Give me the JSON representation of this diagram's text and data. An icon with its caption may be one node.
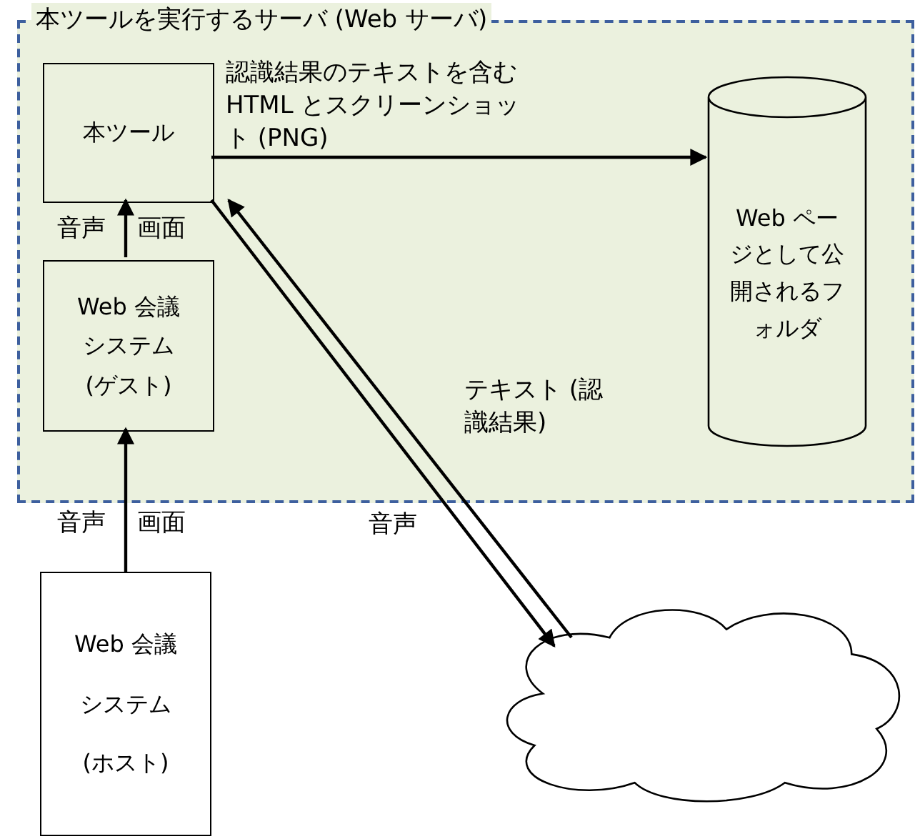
{
  "diagram": {
    "nodes": [
      {
        "text": [
          "本ツールを実行するサーバ (Web サーバ)"
        ]
      },
      {
        "text": [
          "本ツール"
        ],
        "in": 0
      },
      {
        "text": [
          "Web ページとして公開されるフォルダ"
        ],
        "in": 0
      },
      {
        "text": [
          "Web 会議システム(ゲスト)"
        ],
        "in": 0
      },
      {
        "text": [
          "Web 会議システム(ホスト)"
        ]
      },
      {
        "text": [],
        "shape": "cloud"
      }
    ],
    "edges": [
      {
        "from": 1,
        "to": 2,
        "arrow": "to",
        "label": "認識結果のテキストを含む HTML とスクリーンショット (PNG)"
      },
      {
        "from": 3,
        "to": 1,
        "arrow": "to"
      },
      {
        "from": 4,
        "to": 3,
        "arrow": "to"
      },
      {
        "from": 1,
        "to": 5,
        "arrow": "to",
        "label": "音声"
      },
      {
        "from": 5,
        "to": 1,
        "arrow": "to",
        "label": "テキスト (認識結果)"
      }
    ],
    "labels": [
      "音声",
      "画面",
      "音声",
      "画面"
    ]
  }
}
